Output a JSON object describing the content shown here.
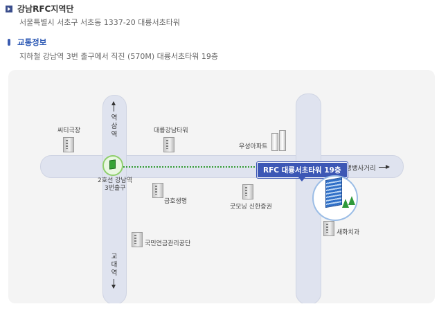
{
  "header": {
    "title": "강남RFC지역단",
    "address": "서울특별시 서초구 서초동 1337-20 대륭서초타워"
  },
  "traffic": {
    "title": "교통정보",
    "description": "지하철 강남역 3번 출구에서 직진 (570M) 대륭서초타워 19층"
  },
  "map": {
    "road_north": "역삼역",
    "road_south": "교대역",
    "road_east": "뱅뱅사거리",
    "station": [
      "2호선 강남역",
      "3번출구"
    ],
    "destination_banner": "RFC 대륭서초타워 19층",
    "landmarks": {
      "cinema": "씨티극장",
      "daeryung_gangnam": "대륭강남타워",
      "woosung_apt": "우성아파트",
      "kumho_life": "금호생명",
      "goodmorning_shinhan": "굿모닝 신한증권",
      "pension_service": "국민연금관리공단",
      "dental": "새화치과"
    },
    "colors": {
      "road": "#dfe3ef",
      "banner": "#3c57b5",
      "station": "#36a336"
    }
  }
}
